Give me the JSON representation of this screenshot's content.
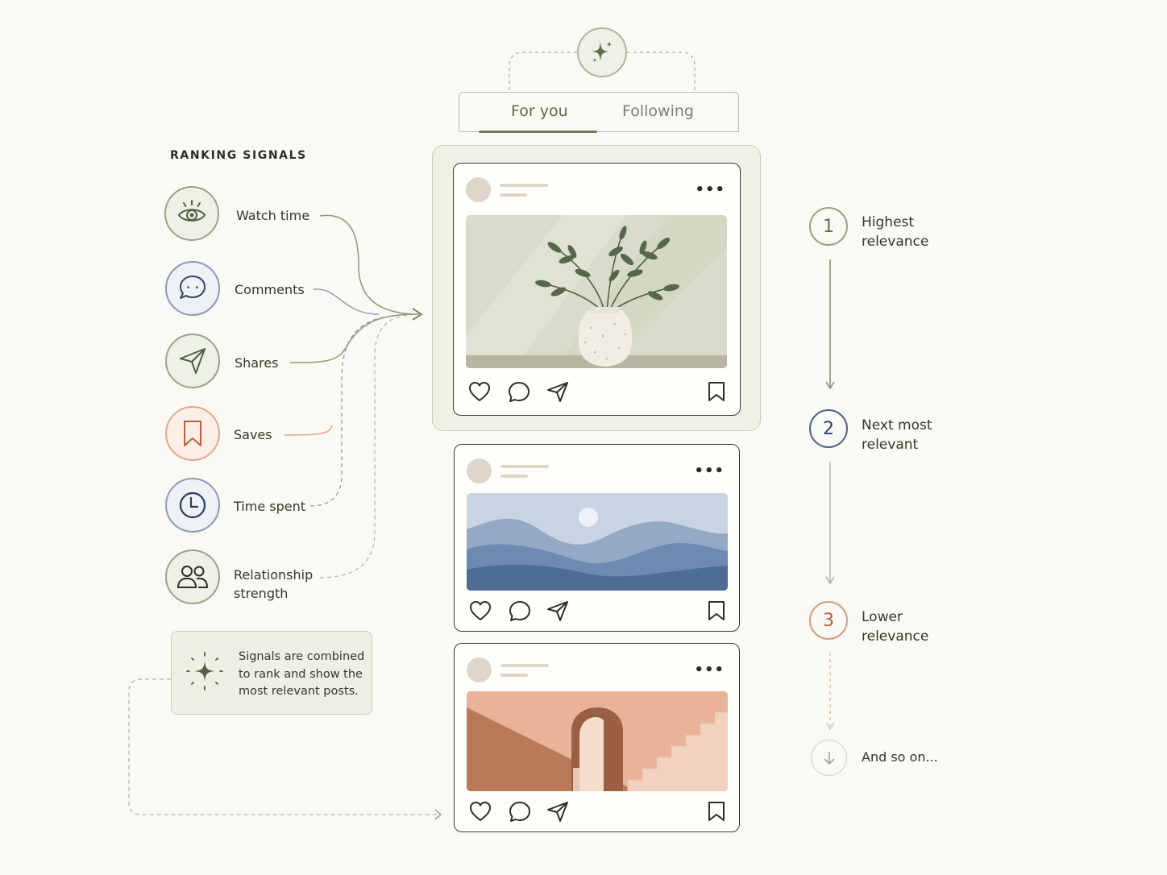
{
  "tabs": {
    "for_you": "For you",
    "following": "Following"
  },
  "signals": {
    "heading": "RANKING SIGNALS",
    "items": [
      {
        "label": "Watch time",
        "icon": "eye-icon",
        "tone": "green"
      },
      {
        "label": "Comments",
        "icon": "comment-icon",
        "tone": "blue"
      },
      {
        "label": "Shares",
        "icon": "send-icon",
        "tone": "green"
      },
      {
        "label": "Saves",
        "icon": "bookmark-icon",
        "tone": "orange"
      },
      {
        "label": "Time spent",
        "icon": "clock-icon",
        "tone": "blue"
      },
      {
        "label": "Relationship strength",
        "label_line1": "Relationship",
        "label_line2": "strength",
        "icon": "people-icon",
        "tone": "green"
      }
    ]
  },
  "note": {
    "text": "Signals are combined to rank and show the most relevant posts.",
    "icon": "sparkle-icon"
  },
  "posts": [
    {
      "image": "plant-vase-image",
      "highlighted": true
    },
    {
      "image": "mountains-image",
      "highlighted": false
    },
    {
      "image": "archway-image",
      "highlighted": false
    }
  ],
  "ranking": [
    {
      "number": "1",
      "label_line1": "Highest",
      "label_line2": "relevance"
    },
    {
      "number": "2",
      "label_line1": "Next most",
      "label_line2": "relevant"
    },
    {
      "number": "3",
      "label_line1": "Lower",
      "label_line2": "relevance"
    },
    {
      "number": "",
      "label_line1": "And so on...",
      "label_line2": ""
    }
  ],
  "colors": {
    "green": "#6d7f56",
    "blue": "#2f4669",
    "orange": "#c97b57",
    "background": "#fbf9f3"
  }
}
